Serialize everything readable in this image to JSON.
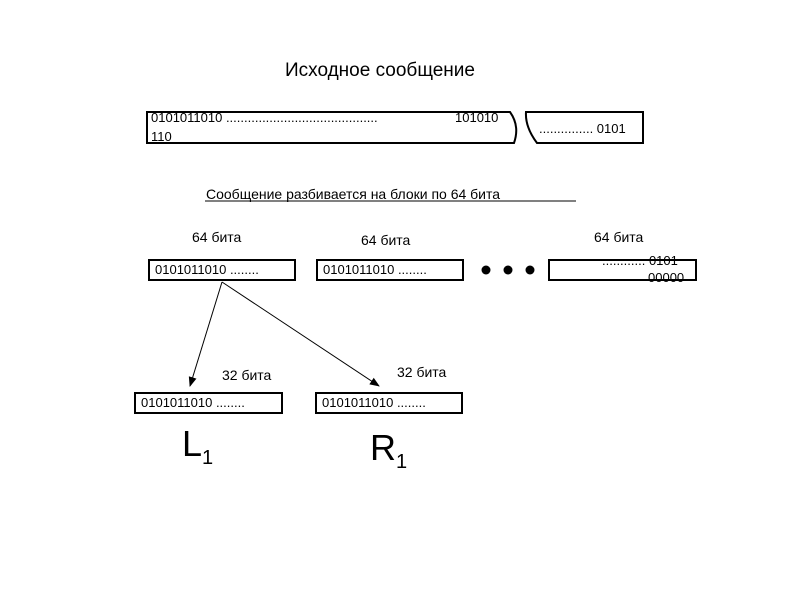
{
  "title": "Исходное   сообщение",
  "message": {
    "left_text_line1": "0101011010 ..........................................",
    "left_text_mid": "101010",
    "left_text_line2": "110",
    "right_text": "............... 0101"
  },
  "split_caption": "Сообщение  разбивается  на  блоки  по       64 бита",
  "blocks": [
    {
      "label": "64 бита",
      "text": "0101011010 ........"
    },
    {
      "label": "64 бита",
      "text": "0101011010 ........"
    },
    {
      "label": "64 бита",
      "text_line1": "............ 0101",
      "text_line2": "00000"
    }
  ],
  "halves": [
    {
      "label": "32 бита",
      "text": "0101011010 ........",
      "name": "L",
      "subscript": "1"
    },
    {
      "label": "32 бита",
      "text": "0101011010 ........",
      "name": "R",
      "subscript": "1"
    }
  ]
}
